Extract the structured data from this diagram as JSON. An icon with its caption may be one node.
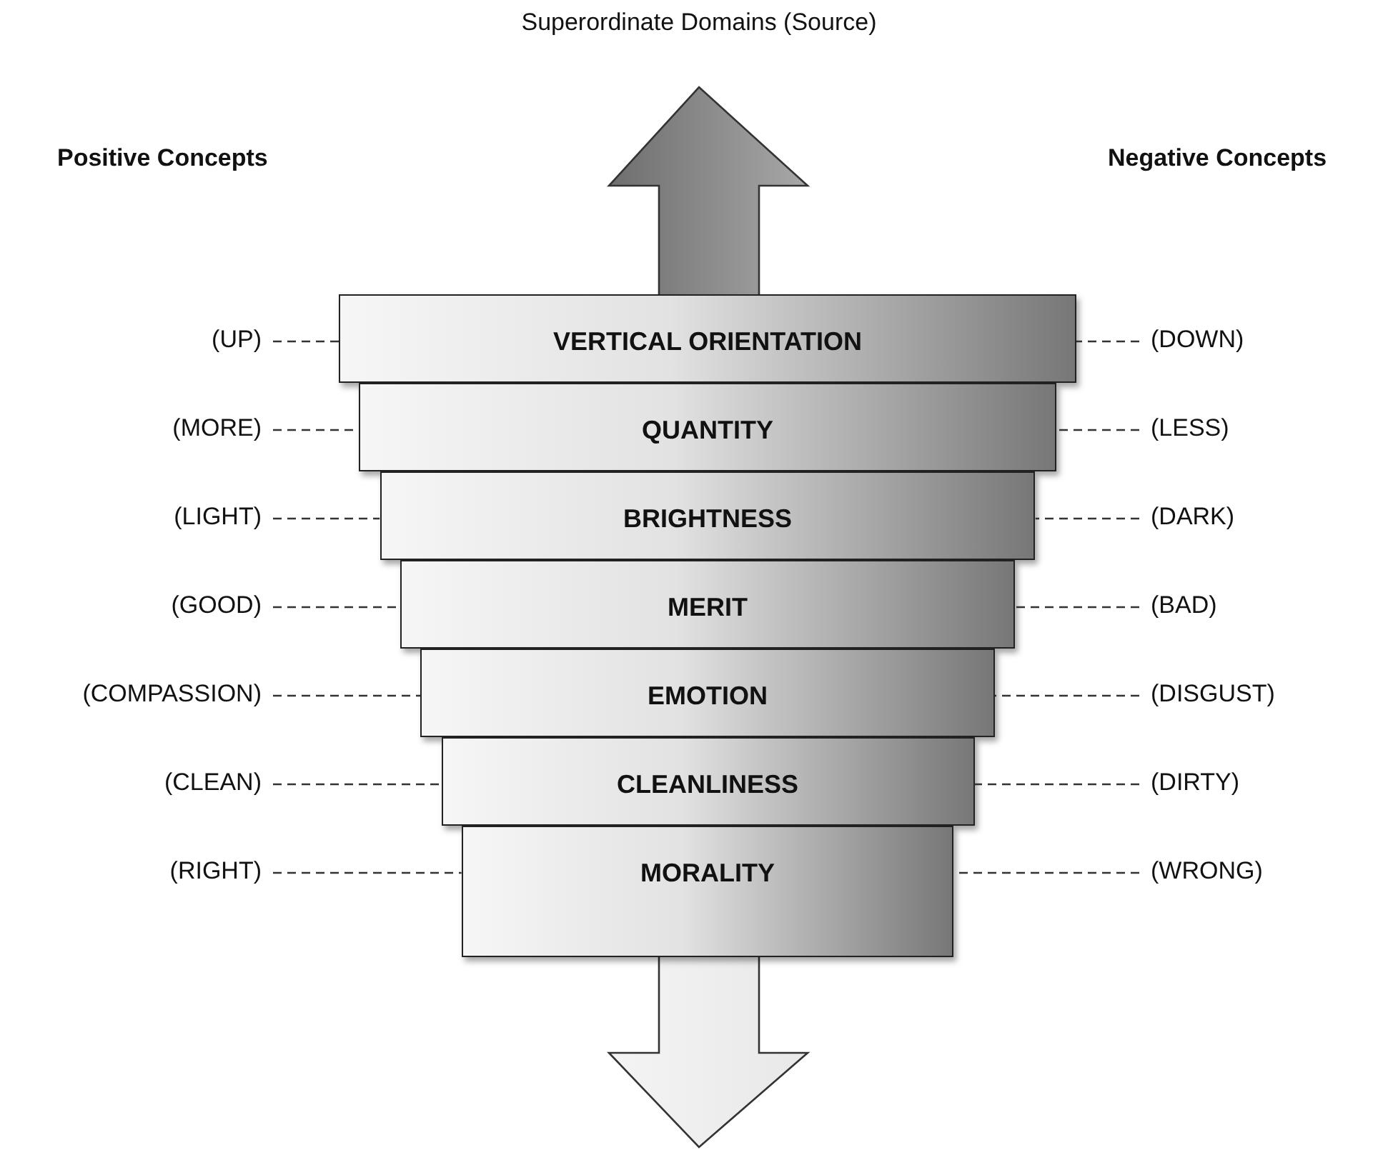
{
  "diagram": {
    "nodes": [
      {
        "text": [
          "VERTICAL ORIENTATION"
        ]
      },
      {
        "text": [
          "QUANTITY"
        ]
      },
      {
        "text": [
          "BRIGHTNESS"
        ]
      },
      {
        "text": [
          "MERIT"
        ]
      },
      {
        "text": [
          "EMOTION"
        ]
      },
      {
        "text": [
          "CLEANLINESS"
        ]
      },
      {
        "text": [
          "MORALITY"
        ]
      },
      {
        "text": [
          "(UP)"
        ]
      },
      {
        "text": [
          "(MORE)"
        ]
      },
      {
        "text": [
          "(LIGHT)"
        ]
      },
      {
        "text": [
          "(GOOD)"
        ]
      },
      {
        "text": [
          "(COMPASSION)"
        ]
      },
      {
        "text": [
          "(CLEAN)"
        ]
      },
      {
        "text": [
          "(RIGHT)"
        ]
      },
      {
        "text": [
          "(DOWN)"
        ]
      },
      {
        "text": [
          "(LESS)"
        ]
      },
      {
        "text": [
          "(DARK)"
        ]
      },
      {
        "text": [
          "(BAD)"
        ]
      },
      {
        "text": [
          "(DISGUST)"
        ]
      },
      {
        "text": [
          "(DIRTY)"
        ]
      },
      {
        "text": [
          "(WRONG)"
        ]
      }
    ],
    "edges": [
      {
        "from": 7,
        "to": 0,
        "arrow": "none",
        "style": "dashed"
      },
      {
        "from": 8,
        "to": 1,
        "arrow": "none",
        "style": "dashed"
      },
      {
        "from": 9,
        "to": 2,
        "arrow": "none",
        "style": "dashed"
      },
      {
        "from": 10,
        "to": 3,
        "arrow": "none",
        "style": "dashed"
      },
      {
        "from": 11,
        "to": 4,
        "arrow": "none",
        "style": "dashed"
      },
      {
        "from": 12,
        "to": 5,
        "arrow": "none",
        "style": "dashed"
      },
      {
        "from": 13,
        "to": 6,
        "arrow": "none",
        "style": "dashed"
      },
      {
        "from": 14,
        "to": 0,
        "arrow": "none",
        "style": "dashed"
      },
      {
        "from": 15,
        "to": 1,
        "arrow": "none",
        "style": "dashed"
      },
      {
        "from": 16,
        "to": 2,
        "arrow": "none",
        "style": "dashed"
      },
      {
        "from": 17,
        "to": 3,
        "arrow": "none",
        "style": "dashed"
      },
      {
        "from": 18,
        "to": 4,
        "arrow": "none",
        "style": "dashed"
      },
      {
        "from": 19,
        "to": 5,
        "arrow": "none",
        "style": "dashed"
      },
      {
        "from": 20,
        "to": 6,
        "arrow": "none",
        "style": "dashed"
      }
    ],
    "labels": [
      "Superordinate Domains (Source)",
      "Positive Concepts",
      "Negative Concepts"
    ]
  }
}
